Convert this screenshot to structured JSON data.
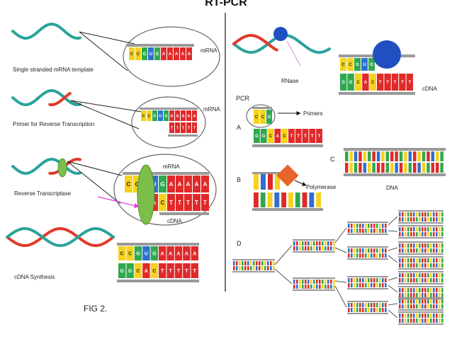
{
  "title": "RT-PCR",
  "figure_caption": "FIG 2.",
  "colors": {
    "A": "#e02a2a",
    "T": "#e02a2a",
    "G": "#2fa84f",
    "C": "#f4d21f",
    "U": "#2f6fd0",
    "teal_strand": "#2aa39a",
    "red_strand": "#e03a2a",
    "enzyme_green": "#7bbf4a",
    "rnase_blue": "#1f4fc0",
    "polymerase_orange": "#e8642a",
    "arrow_magenta": "#e040e0"
  },
  "left": {
    "steps": [
      {
        "label": "Single stranded mRNA template",
        "strand_label": "mRNA"
      },
      {
        "label": "Primer for Reverse Transcription",
        "strand_label": "mRNA"
      },
      {
        "label": "Reverse Transcriptase",
        "top_label": "mRNA",
        "bottom_label": "cDNA"
      },
      {
        "label": "cDNA Synthesis"
      }
    ],
    "sequences": {
      "mrna": "CCGUGAAAAA",
      "mrna_short": "CCGUG",
      "primer": "TTTTT",
      "rt_top": "CCGUGAAAAA",
      "rt_bottom": "ACTTTTT",
      "cdna_top": "CCGUGAAAAA",
      "cdna_bottom": "GGCACTTTTT"
    }
  },
  "right": {
    "rnase_label": "RNase",
    "cdna_label": "cDNA",
    "pcr_label": "PCR",
    "primers_label": "Primers",
    "polymerase_label": "Polymerase",
    "dna_label": "DNA",
    "panel_letters": [
      "A",
      "B",
      "C",
      "D"
    ],
    "sequences": {
      "rnase_top": "CCGUG",
      "rnase_bottom": "GGCACTTTTT",
      "primer_a": "CCG",
      "a_bottom": "GGCACTTTTT"
    }
  }
}
